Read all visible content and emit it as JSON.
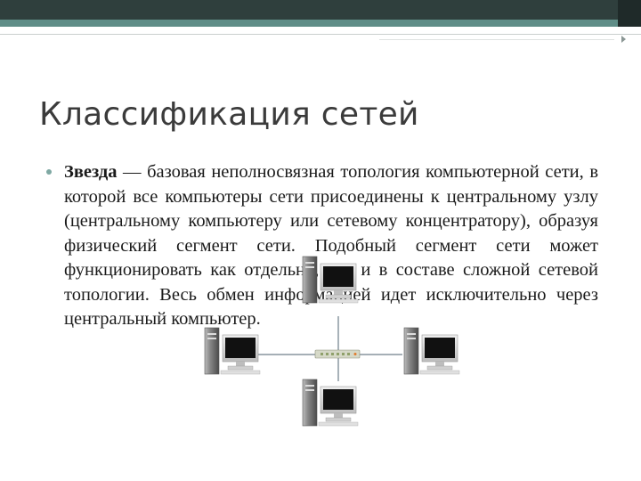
{
  "slide": {
    "title": "Классификация сетей",
    "bullet": {
      "term": "Звезда",
      "text": " — базовая неполносвязная топология компьютерной сети, в которой все компьютеры сети присоединены к центральному узлу (центральному компьютеру или сетевому концентратору), образуя физический сегмент сети. Подобный сегмент сети может функционировать как отдельно, так и в составе сложной сетевой топологии. Весь обмен информацией идет исключительно через центральный компьютер."
    }
  },
  "diagram": {
    "nodes": [
      "computer-top",
      "computer-left",
      "computer-right",
      "computer-bottom"
    ],
    "hub": "hub",
    "colors": {
      "tower": "#6e6e6e",
      "tower_highlight": "#c8c8c8",
      "screen": "#111111",
      "monitor_frame": "#d9d9d9",
      "hub": "#d6d9c8",
      "cable": "#6f7f8a"
    }
  },
  "theme": {
    "header_dark": "#2f3f3d",
    "header_accent": "#5f8d87",
    "bullet_color": "#7fa8a3"
  }
}
